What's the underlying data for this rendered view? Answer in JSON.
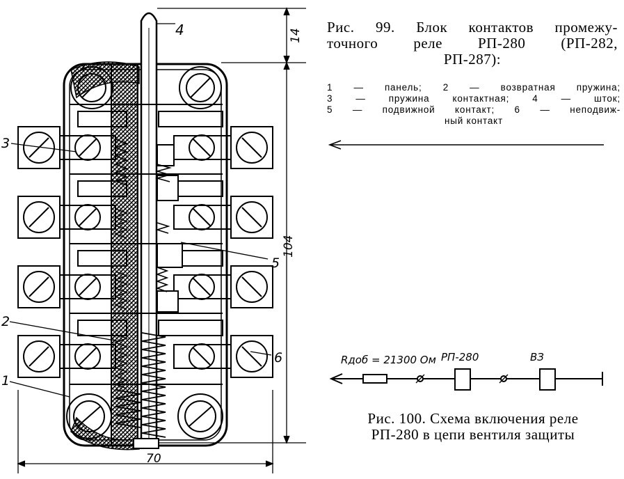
{
  "figure99": {
    "caption_line1": "Рис. 99. Блок контактов промежу-",
    "caption_line2": "точного реле РП-280 (РП-282,",
    "caption_line3": "РП-287):",
    "legend": [
      "1 — панель; 2 — возвратная пружина;",
      "3 — пружина контактная; 4 — шток;",
      "5 — подвижной контакт; 6 — неподвиж-",
      "ный контакт"
    ],
    "callouts": {
      "n1": "1",
      "n2": "2",
      "n3": "3",
      "n4": "4",
      "n5": "5",
      "n6": "6"
    },
    "dimensions": {
      "top": "14",
      "height": "104",
      "width": "70"
    }
  },
  "figure100": {
    "caption_line1": "Рис. 100. Схема включения реле",
    "caption_line2": "РП-280 в цепи вентиля защиты",
    "labels": {
      "resistor": "Rдоб = 21300 Ом",
      "relay": "РП-280",
      "valve": "ВЗ"
    }
  }
}
